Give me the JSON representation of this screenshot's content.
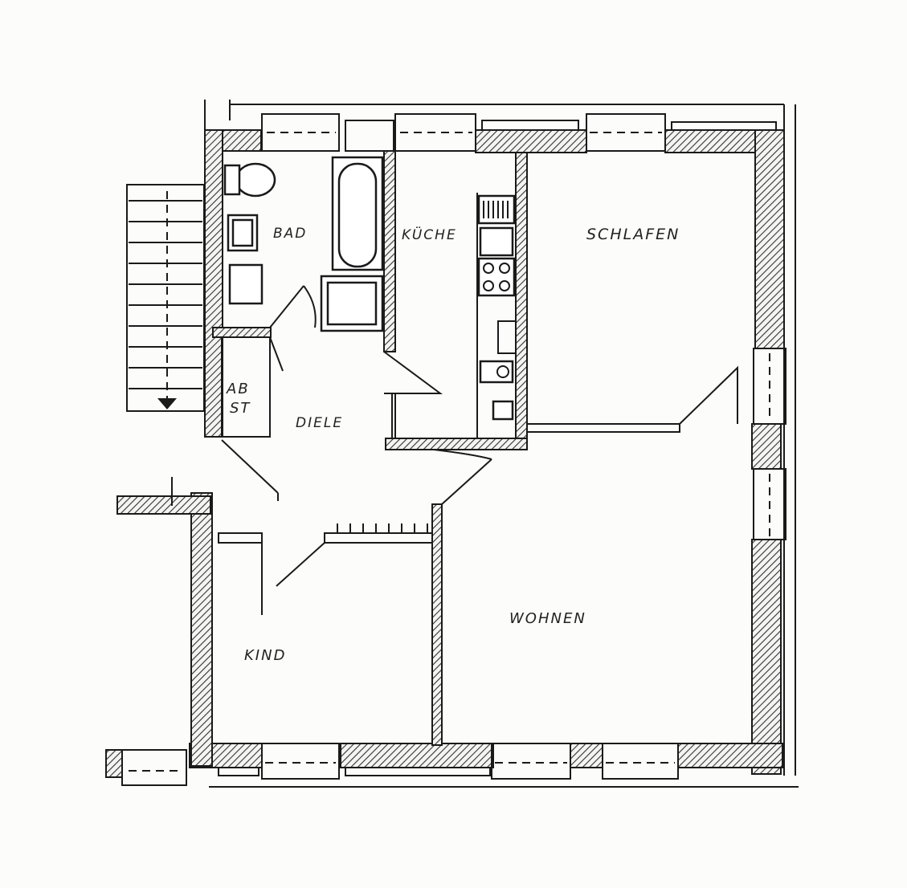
{
  "rooms": {
    "bad": "BAD",
    "kueche": "KÜCHE",
    "schlafen": "SCHLAFEN",
    "diele": "DIELE",
    "wohnen": "WOHNEN",
    "kind": "KIND",
    "abst_top": "AB",
    "abst_bottom": "ST"
  }
}
